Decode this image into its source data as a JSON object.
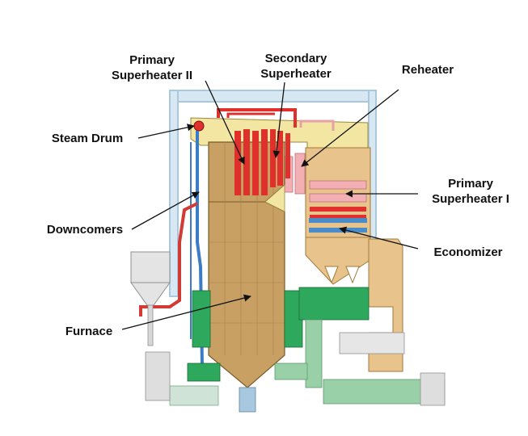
{
  "diagram": {
    "labels": {
      "primary_superheater_ii": [
        "Primary",
        "Superheater II"
      ],
      "secondary_superheater": [
        "Secondary",
        "Superheater"
      ],
      "reheater": "Reheater",
      "steam_drum": "Steam Drum",
      "primary_superheater_i": [
        "Primary",
        "Superheater I"
      ],
      "downcomers": "Downcomers",
      "economizer": "Economizer",
      "furnace": "Furnace"
    },
    "colors": {
      "furnace_body": "#c8a064",
      "backpass_tan": "#e8c48c",
      "steam_drum_housing": "#f2e6a2",
      "superheater_red": "#e0302c",
      "reheater_pink": "#f2b0b4",
      "economizer_blue": "#4a8cc8",
      "downcomer_blue": "#3c7cc4",
      "ductwork_green": "#2ea85c",
      "frame_blue": "#a8c8e0",
      "annotation_black": "#111111"
    }
  }
}
